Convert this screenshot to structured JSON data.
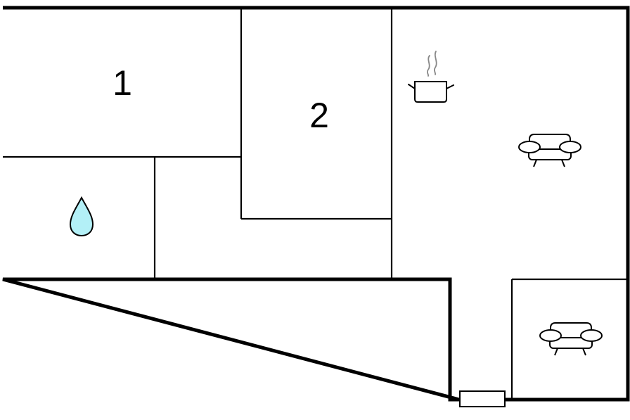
{
  "floor_plan": {
    "rooms": [
      {
        "id": "bedroom-1",
        "label": "1"
      },
      {
        "id": "bedroom-2",
        "label": "2"
      },
      {
        "id": "bathroom",
        "label": ""
      },
      {
        "id": "hallway",
        "label": ""
      },
      {
        "id": "living-kitchen",
        "label": ""
      },
      {
        "id": "side-room",
        "label": ""
      }
    ],
    "icons": {
      "bathroom": "water-drop-icon",
      "kitchen": "cooking-pot-icon",
      "living_room": "sofa-icon",
      "side_room": "sofa-icon",
      "entrance": "door-icon"
    },
    "colors": {
      "walls": "#000000",
      "water_drop": "#b3f0f7",
      "background": "#ffffff"
    }
  }
}
